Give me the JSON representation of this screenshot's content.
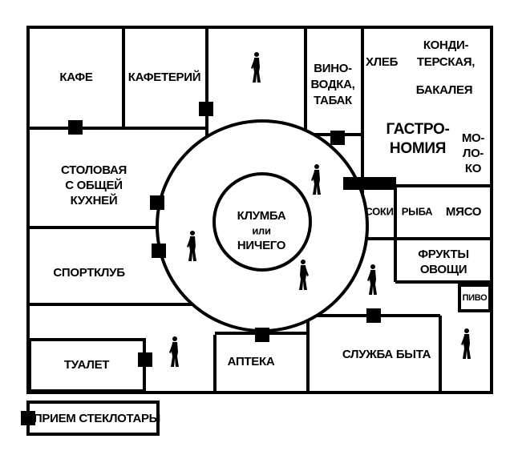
{
  "colors": {
    "ink": "#000000",
    "paper": "#ffffff"
  },
  "rooms": {
    "cafe": "КАФЕ",
    "cafeteria": "КАФЕТЕРИЙ",
    "wine": [
      "ВИНО-",
      "ВОДКА,",
      "ТАБАК"
    ],
    "bread": "ХЛЕБ",
    "confectionery": [
      "КОНДИ-",
      "ТЕРСКАЯ,"
    ],
    "grocery": "БАКАЛЕЯ",
    "gastronomy": [
      "ГАСТРО-",
      "НОМИЯ"
    ],
    "milk": [
      "МО-",
      "ЛО-",
      "КО"
    ],
    "canteen": [
      "СТОЛОВАЯ",
      "С ОБЩЕЙ",
      "КУХНЕЙ"
    ],
    "juices": "СОКИ",
    "fish": "РЫБА",
    "meat": "МЯСО",
    "flowerbed": [
      "КЛУМБА",
      "или",
      "НИЧЕГО"
    ],
    "sportclub": "СПОРТКЛУБ",
    "fruits": [
      "ФРУКТЫ",
      "ОВОЩИ"
    ],
    "beer": "ПИВО",
    "toilet": "ТУАЛЕТ",
    "pharmacy": "АПТЕКА",
    "services": "СЛУЖБА БЫТА",
    "bottles": "ПРИЕМ СТЕКЛОТАРЫ"
  },
  "icons": {
    "door": "door-marker-icon",
    "person": "walking-person-icon"
  }
}
